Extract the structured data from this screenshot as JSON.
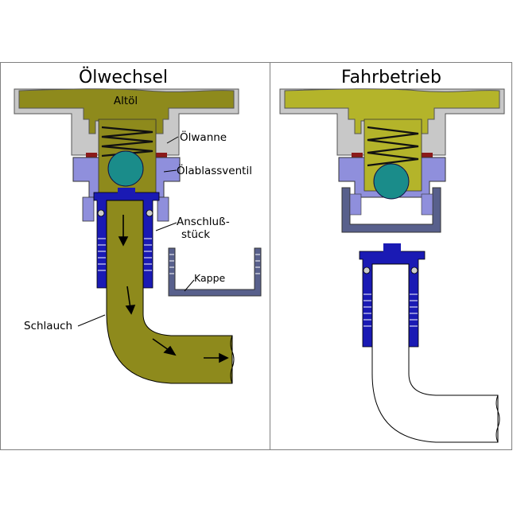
{
  "panels": {
    "left": {
      "title": "Ölwechsel"
    },
    "right": {
      "title": "Fahrbetrieb"
    }
  },
  "labels": {
    "altoel": "Altöl",
    "oelwanne": "Ölwanne",
    "ventil": "Ölablassventil",
    "anschluss_1": "Anschluß-",
    "anschluss_2": "stück",
    "kappe": "Kappe",
    "schlauch": "Schlauch"
  },
  "colors": {
    "oil": "#8e8a1c",
    "oil_light": "#b4b42a",
    "pan": "#c4c4c4",
    "valve_body": "#8f8fdc",
    "fitting": "#1a1ab4",
    "ball": "#1a8c8a",
    "cap": "#58608c",
    "seal": "#8b1a1a"
  }
}
